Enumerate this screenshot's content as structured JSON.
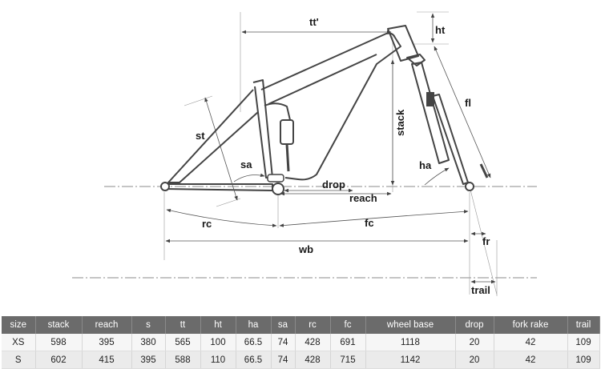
{
  "labels": {
    "tt": "tt'",
    "ht": "ht",
    "fl": "fl",
    "st": "st",
    "stack": "stack",
    "sa": "sa",
    "ha": "ha",
    "drop": "drop",
    "reach": "reach",
    "rc": "rc",
    "fc": "fc",
    "wb": "wb",
    "fr": "fr",
    "trail": "trail"
  },
  "table": {
    "headers": [
      "size",
      "stack",
      "reach",
      "s",
      "tt",
      "ht",
      "ha",
      "sa",
      "rc",
      "fc",
      "wheel base",
      "drop",
      "fork rake",
      "trail"
    ],
    "rows": [
      [
        "XS",
        "598",
        "395",
        "380",
        "565",
        "100",
        "66.5",
        "74",
        "428",
        "691",
        "1118",
        "20",
        "42",
        "109"
      ],
      [
        "S",
        "602",
        "415",
        "395",
        "588",
        "110",
        "66.5",
        "74",
        "428",
        "715",
        "1142",
        "20",
        "42",
        "109"
      ]
    ]
  }
}
